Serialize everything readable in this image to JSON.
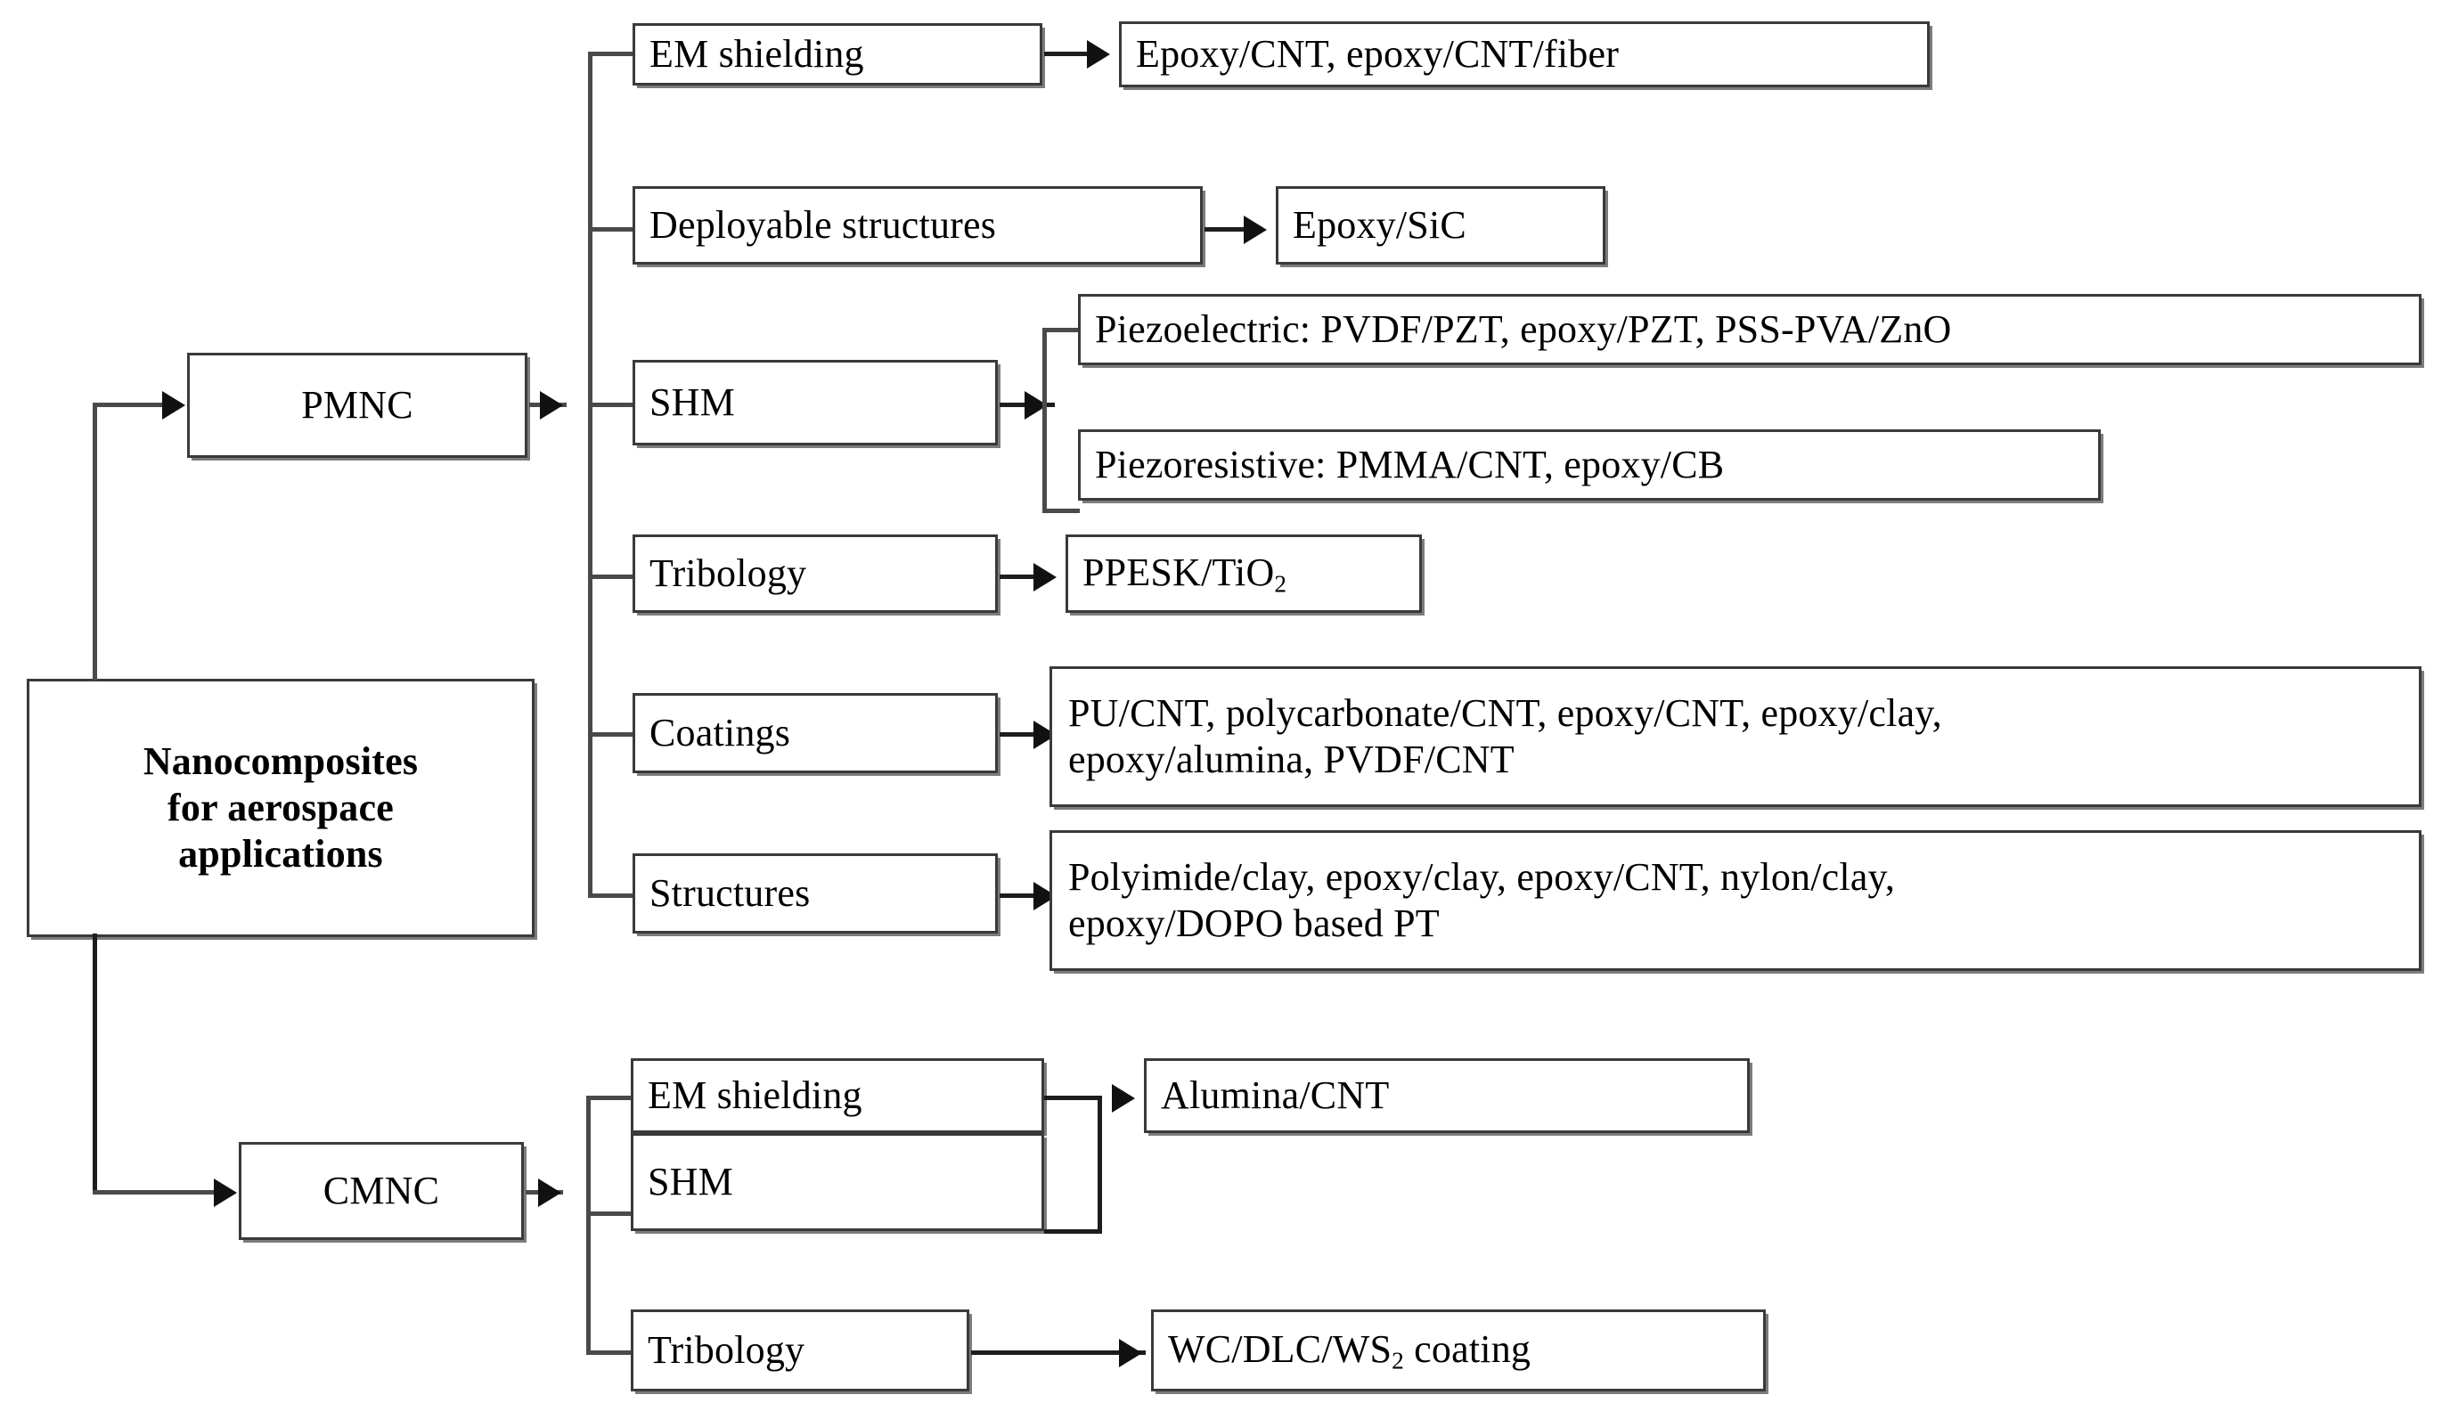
{
  "diagram": {
    "title": "Nanocomposites for aerospace applications",
    "root": {
      "label": "Nanocomposites for aerospace applications"
    },
    "categories": [
      {
        "id": "pmnc",
        "label": "PMNC"
      },
      {
        "id": "cmnc",
        "label": "CMNC"
      }
    ],
    "pmnc_applications": [
      {
        "label": "EM shielding",
        "materials": [
          "Epoxy/CNT, epoxy/CNT/fiber"
        ]
      },
      {
        "label": "Deployable structures",
        "materials": [
          "Epoxy/SiC"
        ]
      },
      {
        "label": "SHM",
        "materials": [
          "Piezoelectric: PVDF/PZT, epoxy/PZT, PSS-PVA/ZnO",
          "Piezoresistive:  PMMA/CNT, epoxy/CB"
        ]
      },
      {
        "label": "Tribology",
        "materials": [
          "PPESK/TiO2"
        ]
      },
      {
        "label": "Coatings",
        "materials": [
          "PU/CNT, polycarbonate/CNT, epoxy/CNT, epoxy/clay, epoxy/alumina, PVDF/CNT"
        ]
      },
      {
        "label": "Structures",
        "materials": [
          "Polyimide/clay,  epoxy/clay, epoxy/CNT, nylon/clay, epoxy/DOPO based PT"
        ]
      }
    ],
    "cmnc_applications": [
      {
        "label": "EM shielding",
        "materials": [
          "Alumina/CNT"
        ]
      },
      {
        "label": "SHM",
        "materials": []
      },
      {
        "label": "Tribology",
        "materials": [
          "WC/DLC/WS2 coating"
        ]
      }
    ],
    "labels": {
      "em_shielding": "EM shielding",
      "deployable_structures": "Deployable structures",
      "shm": "SHM",
      "tribology": "Tribology",
      "coatings": "Coatings",
      "structures": "Structures",
      "epoxy_cnt_fiber": "Epoxy/CNT, epoxy/CNT/fiber",
      "epoxy_sic": "Epoxy/SiC",
      "piezoelectric": "Piezoelectric: PVDF/PZT, epoxy/PZT, PSS-PVA/ZnO",
      "piezoresistive": "Piezoresistive:  PMMA/CNT, epoxy/CB",
      "coatings_materials_l1": "PU/CNT, polycarbonate/CNT, epoxy/CNT, epoxy/clay,",
      "coatings_materials_l2": "epoxy/alumina, PVDF/CNT",
      "structures_materials_l1": "Polyimide/clay,  epoxy/clay, epoxy/CNT, nylon/clay,",
      "structures_materials_l2": "epoxy/DOPO based PT",
      "alumina_cnt": "Alumina/CNT",
      "cmnc_em_shielding": "EM shielding",
      "cmnc_shm": "SHM",
      "cmnc_tribology": "Tribology",
      "root_l1": "Nanocomposites",
      "root_l2": "for aerospace",
      "root_l3": "applications",
      "ppesk_pre": "PPESK/TiO",
      "ppesk_sub": "2",
      "wc_pre": "WC/DLC/WS",
      "wc_sub": "2",
      "wc_post": " coating"
    },
    "colors": {
      "box_border": "#3a3a3a",
      "box_shadow": "#7c7c7c",
      "connector": "#4a4a4a",
      "arrow": "#111111",
      "background": "#ffffff",
      "text": "#000000"
    }
  }
}
